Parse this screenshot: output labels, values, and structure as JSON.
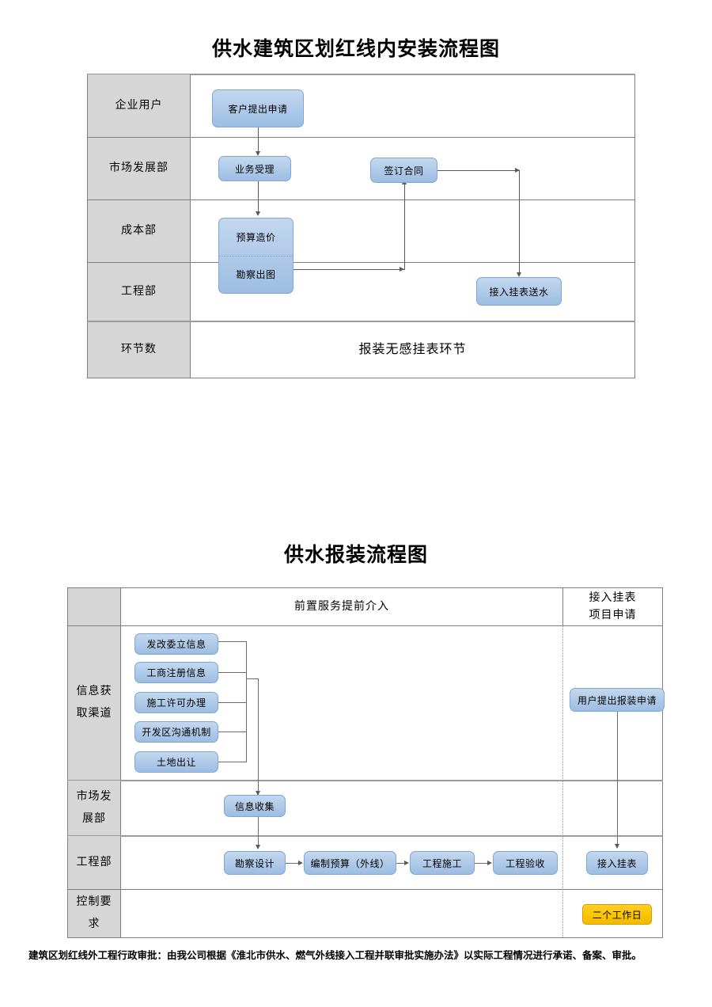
{
  "document": {
    "footnote": "建筑区划红线外工程行政审批：由我公司根据《淮北市供水、燃气外线接入工程并联审批实施办法》以实际工程情况进行承诺、备案、审批。"
  },
  "colors": {
    "box_fill": "#b2cbe8",
    "box_border": "#7fa6d4",
    "label_cell_fill": "#d6d6d6",
    "badge_fill": "#fdc500",
    "badge_border": "#d79b00",
    "grid_line": "#808080",
    "connector": "#595959"
  },
  "diagram1": {
    "title": "供水建筑区划红线内安装流程图",
    "rows": [
      {
        "label": "企业用户"
      },
      {
        "label": "市场发展部"
      },
      {
        "label": "成本部"
      },
      {
        "label": "工程部"
      },
      {
        "label": "环节数"
      }
    ],
    "boxes": {
      "customer_apply": "客户提出申请",
      "business_accept": "业务受理",
      "budget_cost": "预算造价",
      "survey_drawing": "勘察出图",
      "sign_contract": "签订合同",
      "connect_meter_water": "接入挂表送水"
    },
    "summary_row": "报装无感挂表环节"
  },
  "diagram2": {
    "title": "供水报装流程图",
    "header": {
      "corner": "",
      "left_col": "前置服务提前介入",
      "right_col_line1": "接入挂表",
      "right_col_line2": "项目申请"
    },
    "rows": [
      {
        "label_line1": "信息获",
        "label_line2": "取渠道"
      },
      {
        "label_line1": "市场发",
        "label_line2": "展部"
      },
      {
        "label_line1": "工程部",
        "label_line2": ""
      },
      {
        "label_line1": "控制要",
        "label_line2": "求"
      }
    ],
    "info_sources": [
      "发改委立信息",
      "工商注册信息",
      "施工许可办理",
      "开发区沟通机制",
      "土地出让"
    ],
    "market_box": "信息收集",
    "engineering_chain": [
      "勘察设计",
      "编制预算（外线）",
      "工程施工",
      "工程验收"
    ],
    "right_column": {
      "user_apply": "用户提出报装申请",
      "connect_meter": "接入挂表",
      "control_badge": "二个工作日"
    }
  }
}
